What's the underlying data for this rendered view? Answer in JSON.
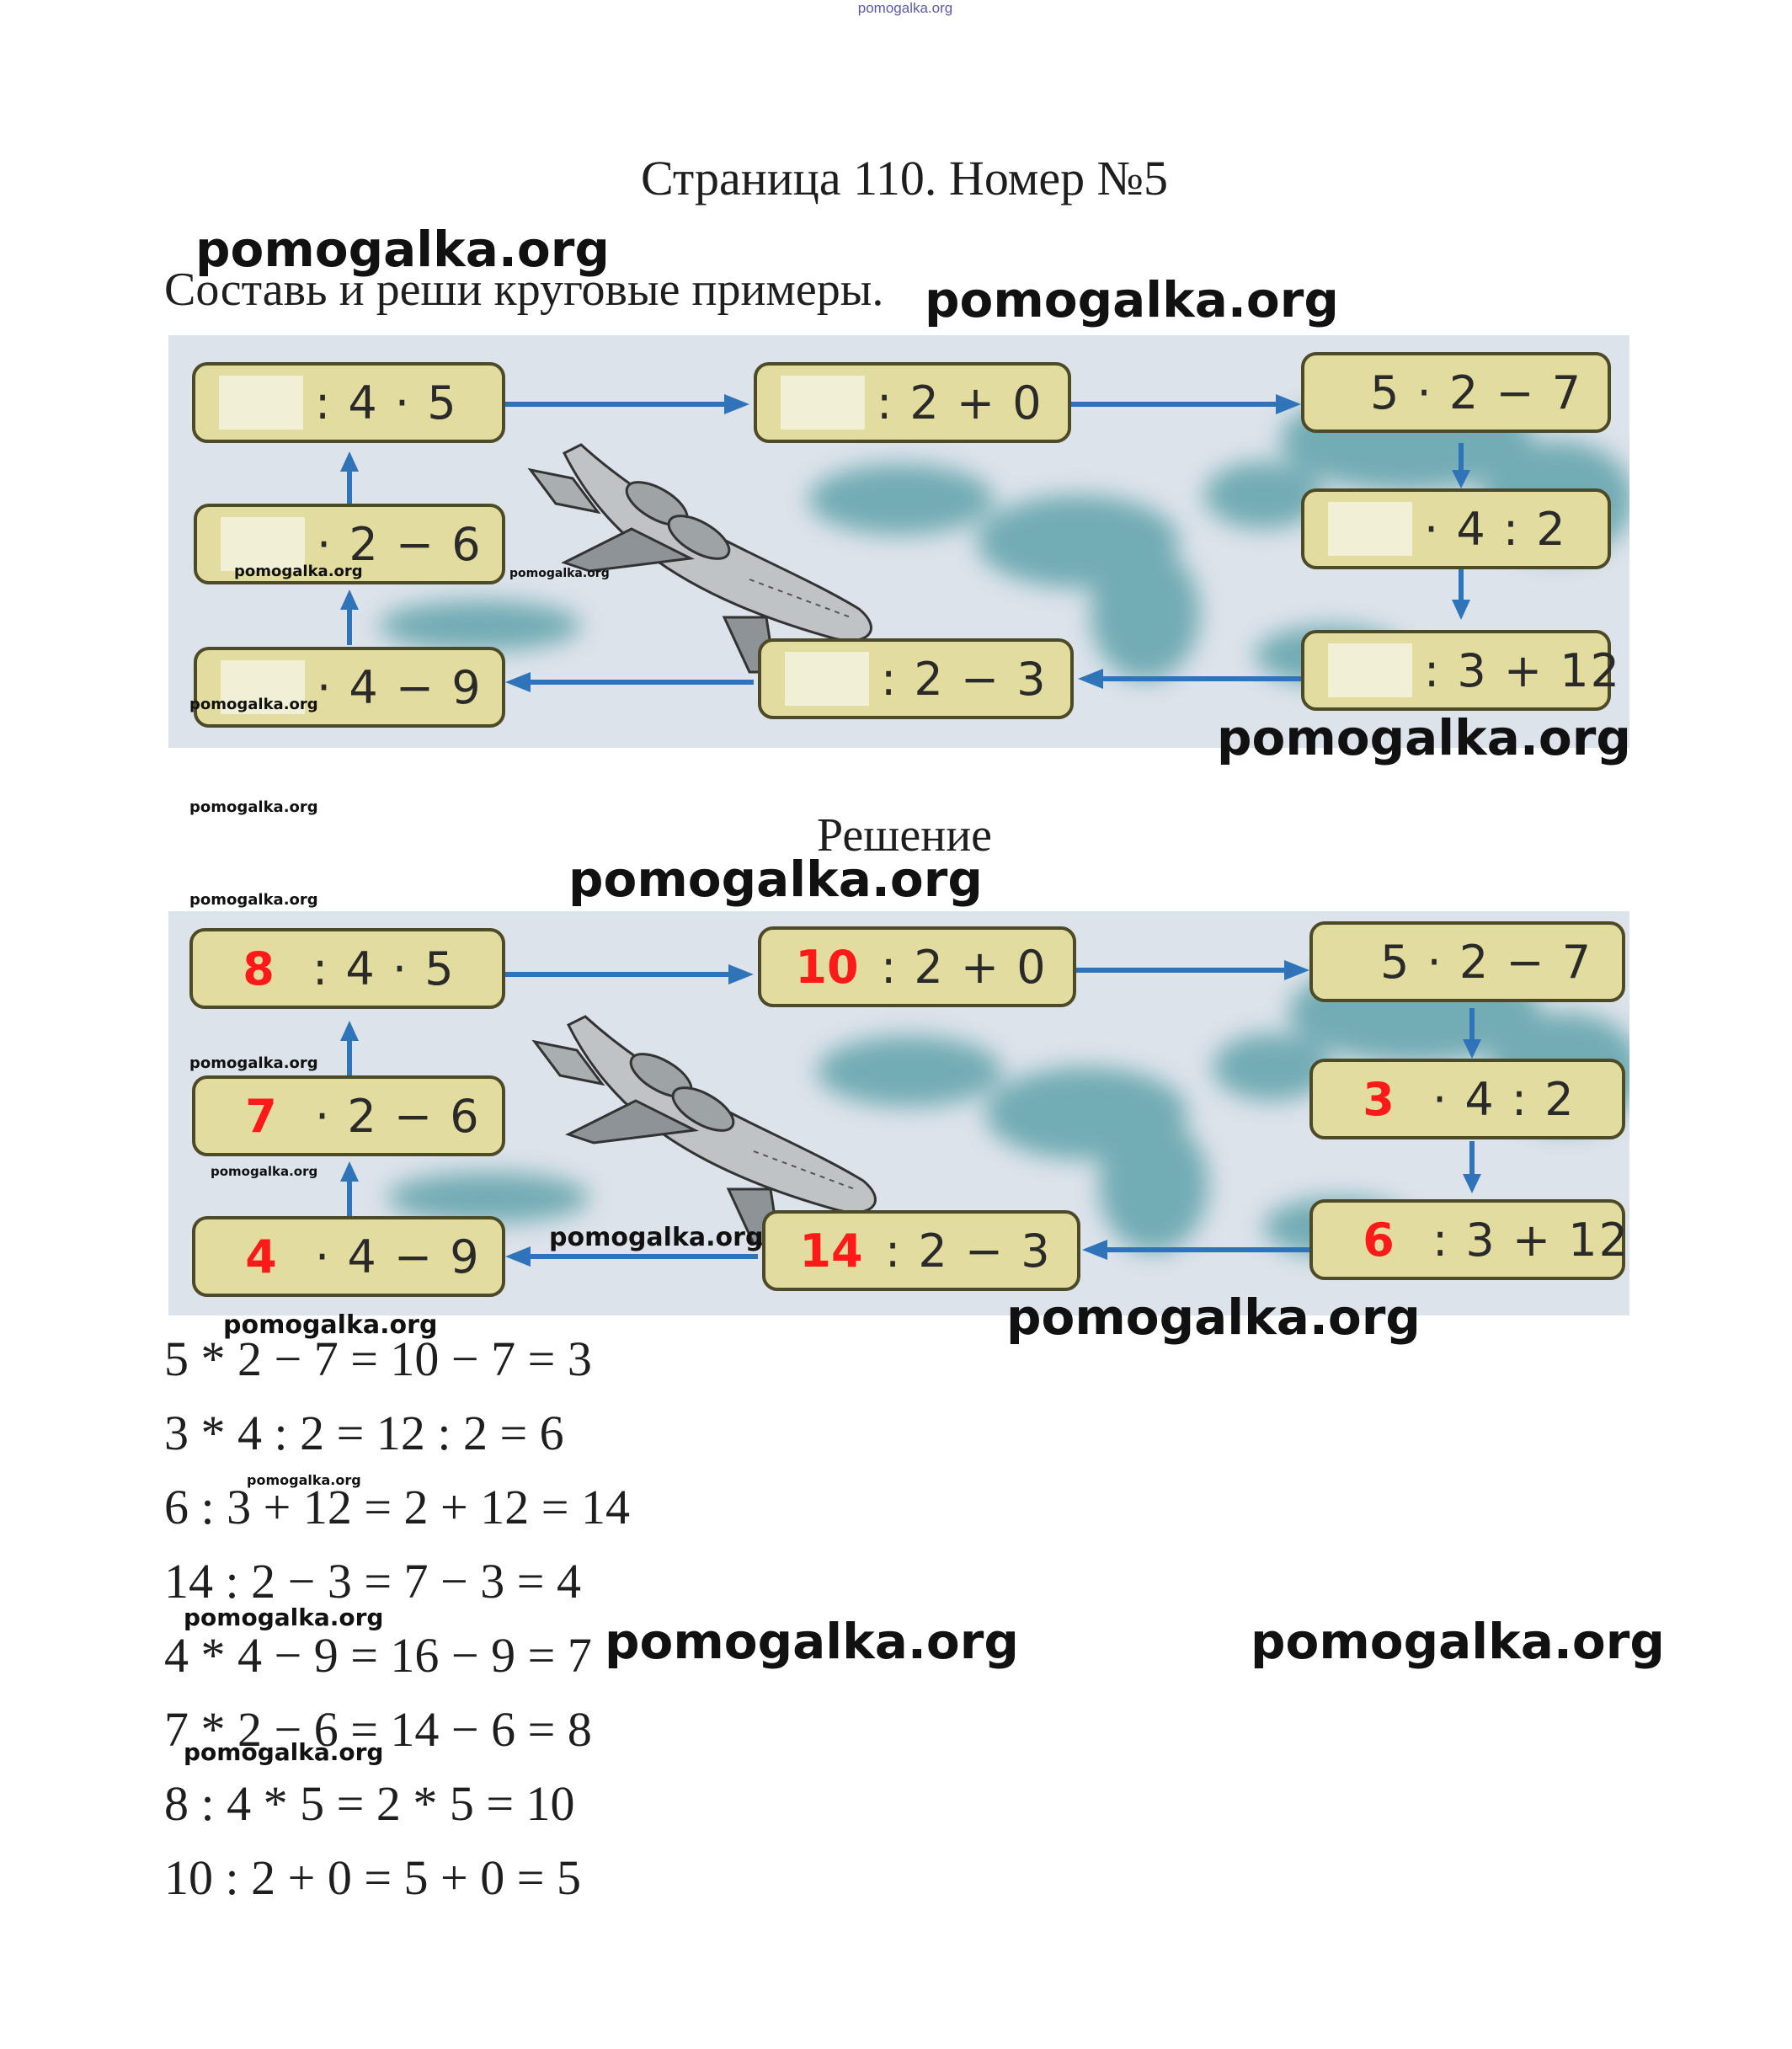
{
  "header": {
    "top_watermark": "pomogalka.org",
    "title": "Страница 110. Номер №5",
    "task": "Составь и реши круговые примеры."
  },
  "solution_heading": "Решение",
  "watermark": "pomogalka.org",
  "task_boxes": [
    {
      "answer": "",
      "expr": ": 4 · 5"
    },
    {
      "answer": "",
      "expr": ": 2 + 0"
    },
    {
      "answer": "",
      "expr": "5 · 2 − 7"
    },
    {
      "answer": "",
      "expr": "· 4 : 2"
    },
    {
      "answer": "",
      "expr": ": 3 + 12"
    },
    {
      "answer": "",
      "expr": ": 2 − 3"
    },
    {
      "answer": "",
      "expr": "· 4 − 9"
    },
    {
      "answer": "",
      "expr": "· 2 − 6"
    }
  ],
  "solution_boxes": [
    {
      "answer": "8",
      "expr": ": 4 · 5"
    },
    {
      "answer": "10",
      "expr": ": 2 + 0"
    },
    {
      "answer": "",
      "expr": "5 · 2 − 7"
    },
    {
      "answer": "3",
      "expr": "· 4 : 2"
    },
    {
      "answer": "6",
      "expr": ": 3 + 12"
    },
    {
      "answer": "14",
      "expr": ": 2 − 3"
    },
    {
      "answer": "4",
      "expr": "· 4 − 9"
    },
    {
      "answer": "7",
      "expr": "· 2 − 6"
    }
  ],
  "equations": [
    "5 * 2 − 7 = 10 − 7 = 3",
    "3 * 4 : 2 = 12 : 2 = 6",
    "6 : 3 + 12 = 2 + 12 = 14",
    "14 : 2 − 3 = 7 − 3 = 4",
    "4 * 4 − 9 = 16 − 9 = 7",
    "7 * 2 − 6 = 14 − 6 = 8",
    "8 : 4 * 5 = 2 * 5 = 10",
    "10 : 2 + 0 = 5 + 0 = 5"
  ],
  "colors": {
    "answer_red": "#ff1a1a",
    "box_fill": "#e2dd9e",
    "arrow_blue": "#2f74b8",
    "cloud_teal": "#4f9aa3"
  },
  "icons": [
    "airplane-icon",
    "cloud-icon",
    "arrow-right-icon",
    "arrow-left-icon",
    "arrow-up-icon",
    "arrow-down-icon"
  ]
}
